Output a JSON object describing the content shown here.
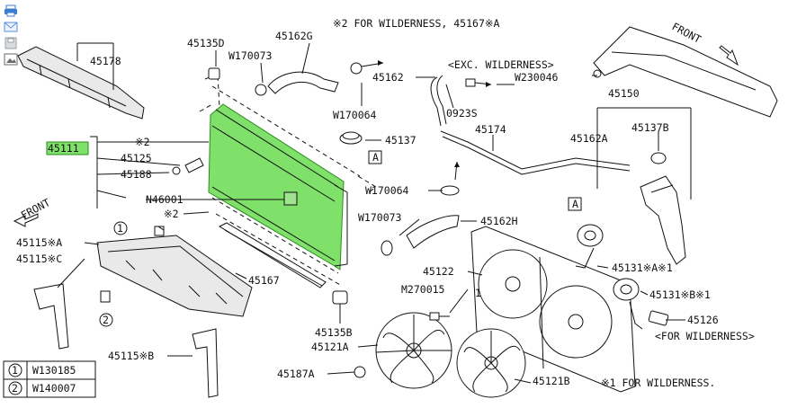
{
  "toolbar": {
    "items": [
      {
        "name": "print",
        "icon": "printer-icon",
        "color": "#3a7bd5"
      },
      {
        "name": "email",
        "icon": "envelope-icon",
        "color": "#5a8fd8"
      },
      {
        "name": "disk",
        "icon": "disk-icon",
        "color": "#9aa0a6"
      },
      {
        "name": "image",
        "icon": "image-icon",
        "color": "#6b6b6b"
      }
    ]
  },
  "notes": {
    "top": "※2 FOR WILDERNESS, 45167※A",
    "exc_wilderness": "<EXC. WILDERNESS>",
    "for_wilderness_1": "<FOR WILDERNESS>",
    "bottom": "※1 FOR WILDERNESS.",
    "front_left": "FRONT",
    "front_right": "FRONT"
  },
  "highlight_color": "#7fe06a",
  "parts": {
    "p45178": "45178",
    "p45135D": "45135D",
    "p45162G": "45162G",
    "pW170073a": "W170073",
    "pW170064a": "W170064",
    "p45162": "45162",
    "p0923S": "0923S",
    "pW230046": "W230046",
    "p45150": "45150",
    "p45111": "45111",
    "pStar2a": "※2",
    "p45125": "45125",
    "p45188": "45188",
    "pN46001": "N46001",
    "pStar2b": "※2",
    "p45137": "45137",
    "pA1": "A",
    "p45174": "45174",
    "p45162A": "45162A",
    "p45137B": "45137B",
    "pW170064b": "W170064",
    "pW170073b": "W170073",
    "p45162H": "45162H",
    "pA2": "A",
    "p45115A": "45115※A",
    "p45115C": "45115※C",
    "pCircle1": "1",
    "pCircle2": "2",
    "p45167": "45167",
    "p45122": "45122",
    "p45131A": "45131※A※1",
    "pM270015": "M270015",
    "pCircle1b": "1",
    "p45131B": "45131※B※1",
    "p45126": "45126",
    "p45135B": "45135B",
    "p45121A": "45121A",
    "p45115B": "45115※B",
    "p45187A": "45187A",
    "p45121B": "45121B"
  },
  "legend": [
    {
      "num": "1",
      "code": "W130185"
    },
    {
      "num": "2",
      "code": "W140007"
    }
  ]
}
